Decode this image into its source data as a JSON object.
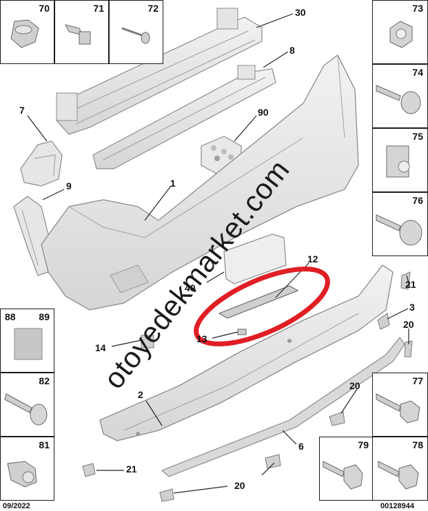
{
  "diagram": {
    "watermark": "otoyedekmarket.com",
    "footer_date": "09/2022",
    "footer_ref": "00128944",
    "boxes": {
      "b70": "70",
      "b71": "71",
      "b72": "72",
      "b73": "73",
      "b74": "74",
      "b75": "75",
      "b76": "76",
      "b88": "88",
      "b89": "89",
      "b82": "82",
      "b81": "81",
      "b77": "77",
      "b79": "79",
      "b78": "78"
    },
    "callouts": {
      "c30": "30",
      "c8": "8",
      "c7": "7",
      "c90": "90",
      "c9": "9",
      "c1": "1",
      "c12": "12",
      "c40": "40",
      "c21a": "21",
      "c3": "3",
      "c20a": "20",
      "c14": "14",
      "c13": "13",
      "c2": "2",
      "c20b": "20",
      "c6": "6",
      "c21b": "21",
      "c20c": "20"
    },
    "colors": {
      "highlight": "#e01e24",
      "line": "#222222",
      "part_fill": "#e8e8e8",
      "part_stroke": "#8a8a8a"
    }
  }
}
